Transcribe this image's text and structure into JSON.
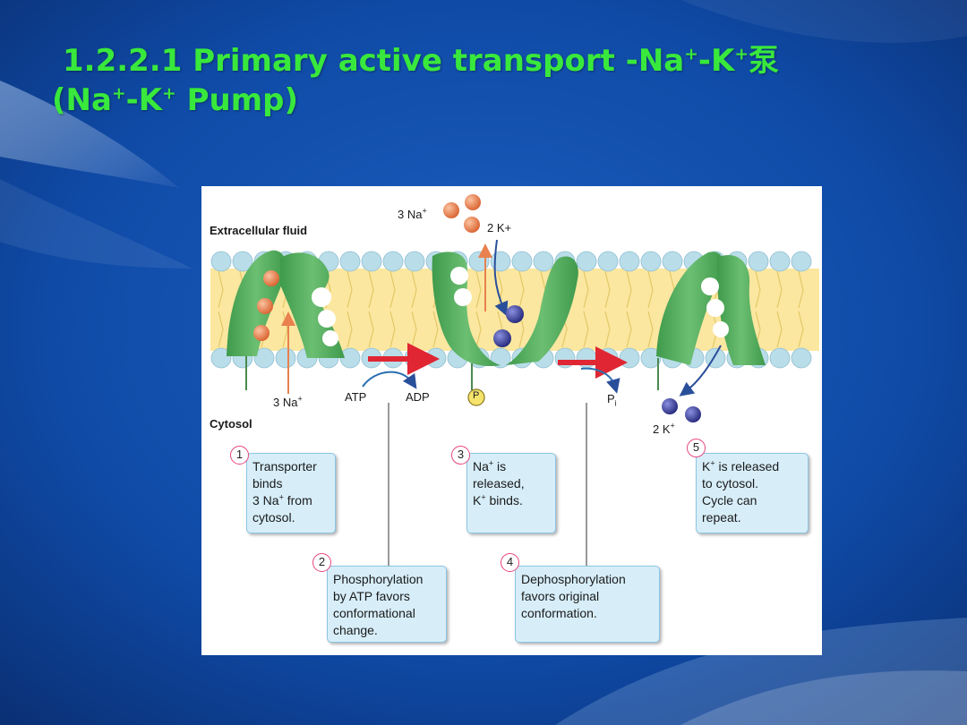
{
  "title": {
    "line1_main": "1.2.2.1 Primary active transport -Na",
    "line1_sup1": "+",
    "line1_mid": "-K",
    "line1_sup2": "+",
    "line1_cn": "泵",
    "line2_open": "(Na",
    "line2_sup1": "+",
    "line2_mid": "-K",
    "line2_sup2": "+",
    "line2_end": " Pump)"
  },
  "diagram": {
    "extracellular_label": "Extracellular fluid",
    "cytosol_label": "Cytosol",
    "top_na": {
      "text": "3 Na",
      "sup": "+"
    },
    "top_k": {
      "text": "2 K+"
    },
    "bottom_na": {
      "text": "3 Na",
      "sup": "+"
    },
    "atp": "ATP",
    "adp": "ADP",
    "p_circle": "P",
    "pi": {
      "text": "P",
      "sub": "i"
    },
    "bottom_k": {
      "text": "2 K",
      "sup": "+"
    },
    "colors": {
      "protein": "#4fa85a",
      "sodium": "#e8814f",
      "potassium": "#3b3f9e",
      "phospholipid_head": "#b9dde9",
      "lipid_tail": "#fbe7a0",
      "step_arrow": "#e02632",
      "box_fill": "#d7eef9",
      "number_ring": "#e8457c"
    }
  },
  "steps": [
    {
      "num": "1",
      "lines": [
        {
          "t": "Transporter"
        },
        {
          "t": "binds"
        },
        {
          "t": "3 Na",
          "sup": "+",
          "after": " from"
        },
        {
          "t": "cytosol."
        }
      ]
    },
    {
      "num": "2",
      "lines": [
        {
          "t": "Phosphorylation"
        },
        {
          "t": "by ATP favors"
        },
        {
          "t": "conformational"
        },
        {
          "t": "change."
        }
      ]
    },
    {
      "num": "3",
      "lines": [
        {
          "t": "Na",
          "sup": "+",
          "after": " is"
        },
        {
          "t": "released,"
        },
        {
          "t": "K",
          "sup": "+",
          "after": " binds."
        }
      ]
    },
    {
      "num": "4",
      "lines": [
        {
          "t": "Dephosphorylation"
        },
        {
          "t": "favors original"
        },
        {
          "t": "conformation."
        }
      ]
    },
    {
      "num": "5",
      "lines": [
        {
          "t": "K",
          "sup": "+",
          "after": " is released"
        },
        {
          "t": "to cytosol."
        },
        {
          "t": "Cycle can"
        },
        {
          "t": "repeat."
        }
      ]
    }
  ]
}
